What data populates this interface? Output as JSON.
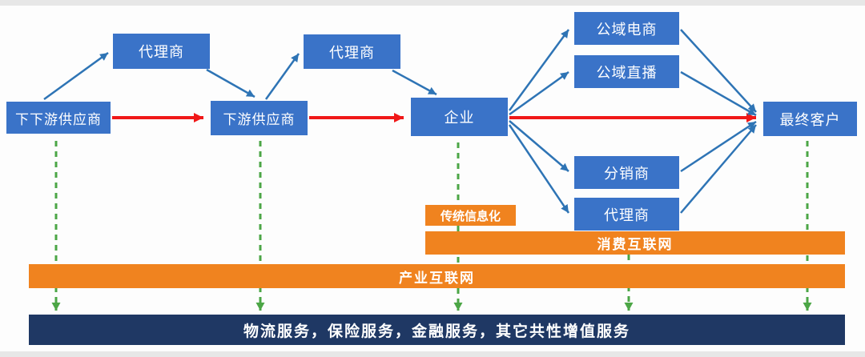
{
  "diagram": {
    "nodes": {
      "sub_sub_supplier": "下下游供应商",
      "agent_top_left": "代理商",
      "downstream_supplier": "下游供应商",
      "agent_top_mid": "代理商",
      "enterprise": "企业",
      "public_ecommerce": "公域电商",
      "public_livestream": "公域直播",
      "distributor": "分销商",
      "agent_right": "代理商",
      "final_customer": "最终客户"
    },
    "bars": {
      "traditional_informatization": "传统信息化",
      "consumer_internet": "消费互联网",
      "industrial_internet": "产业互联网",
      "services": "物流服务，保险服务，金融服务，其它共性增值服务"
    }
  },
  "colors": {
    "node_blue": "#3A73C8",
    "arrow_red": "#F01818",
    "arrow_blue": "#2E74B5",
    "green_dash": "#4CA646",
    "orange_bar": "#F0831F",
    "navy_bar": "#1F3864"
  }
}
